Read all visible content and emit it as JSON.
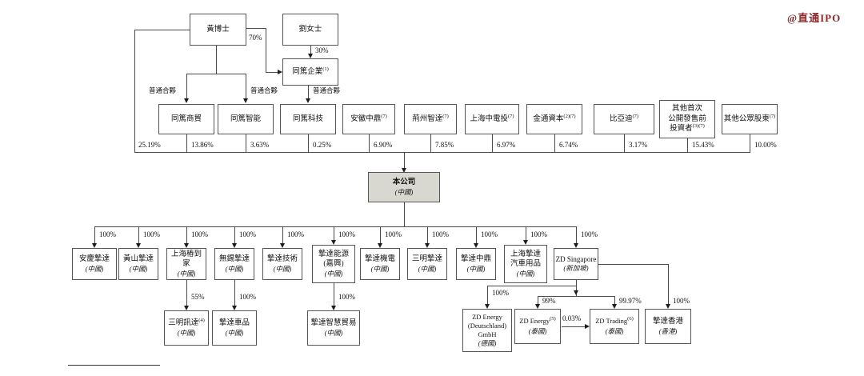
{
  "watermark": {
    "text": "@直通IPO",
    "color": "#8b2a2a"
  },
  "labels": {
    "general_partner": "普通合夥"
  },
  "top": {
    "huang": {
      "name": "黃博士",
      "direct_pct": "25.19%",
      "tongdu_pct": "70%"
    },
    "liu": {
      "name": "劉女士",
      "tongdu_pct": "30%"
    },
    "tongdu_enterprise": {
      "name": "同篤企業",
      "sup": "(1)"
    }
  },
  "company": {
    "name": "本公司",
    "region": "(中國)"
  },
  "shareholders": [
    {
      "name": "同篤商貿",
      "pct": "13.86%"
    },
    {
      "name": "同篤智能",
      "pct": "3.63%"
    },
    {
      "name": "同篤科技",
      "pct": "0.25%"
    },
    {
      "name": "安徽中鼎",
      "sup": "(7)",
      "pct": "6.90%"
    },
    {
      "name": "荊州智達",
      "sup": "(7)",
      "pct": "7.85%"
    },
    {
      "name": "上海中電投",
      "sup": "(7)",
      "pct": "6.97%"
    },
    {
      "name": "金通資本",
      "sup": "(2)(7)",
      "pct": "6.74%"
    },
    {
      "name": "比亞迪",
      "sup": "(7)",
      "pct": "3.17%"
    },
    {
      "name": "其他首次\n公開發售前\n投資者",
      "sup": "(3)(7)",
      "pct": "15.43%"
    },
    {
      "name": "其他公眾股東",
      "sup": "(7)",
      "pct": "10.00%"
    }
  ],
  "subsidiaries": [
    {
      "name": "安慶摯達",
      "region": "(中國)",
      "pct": "100%"
    },
    {
      "name": "黃山摯達",
      "region": "(中國)",
      "pct": "100%"
    },
    {
      "name": "上海樁到家",
      "region": "(中國)",
      "pct": "100%"
    },
    {
      "name": "無錫摯達",
      "region": "(中國)",
      "pct": "100%"
    },
    {
      "name": "摯達技術",
      "region": "(中國)",
      "pct": "100%"
    },
    {
      "name": "摯達能源\n(嘉興)",
      "region": "(中國)",
      "pct": "100%"
    },
    {
      "name": "摯達機電",
      "region": "(中國)",
      "pct": "100%"
    },
    {
      "name": "三明摯達",
      "region": "(中國)",
      "pct": "100%"
    },
    {
      "name": "摯達中鼎",
      "region": "(中國)",
      "pct": "100%"
    },
    {
      "name": "上海摯達\n汽車用品",
      "region": "(中國)",
      "pct": "100%"
    },
    {
      "name": "ZD Singapore",
      "region": "(新加坡)",
      "pct": "100%"
    }
  ],
  "sub_subsidiaries": [
    {
      "name": "三明訊達",
      "sup": "(4)",
      "region": "(中國)",
      "pct": "55%"
    },
    {
      "name": "摯達車品",
      "region": "(中國)",
      "pct": "100%"
    },
    {
      "name": "摯達智慧貿易",
      "region": "(中國)",
      "pct": "100%"
    },
    {
      "name": "ZD Energy\n(Deutschland)\nGmbH",
      "region": "(德國)",
      "pct": "100%"
    },
    {
      "name": "ZD Energy",
      "sup": "(5)",
      "region": "(泰國)",
      "pct": "99%"
    },
    {
      "name": "ZD Trading",
      "sup": "(6)",
      "region": "(泰國)",
      "pct": "99.97%"
    },
    {
      "name": "摯達香港",
      "region": "(香港)",
      "pct": "100%"
    }
  ],
  "cross_holding_pct": "0.03%"
}
